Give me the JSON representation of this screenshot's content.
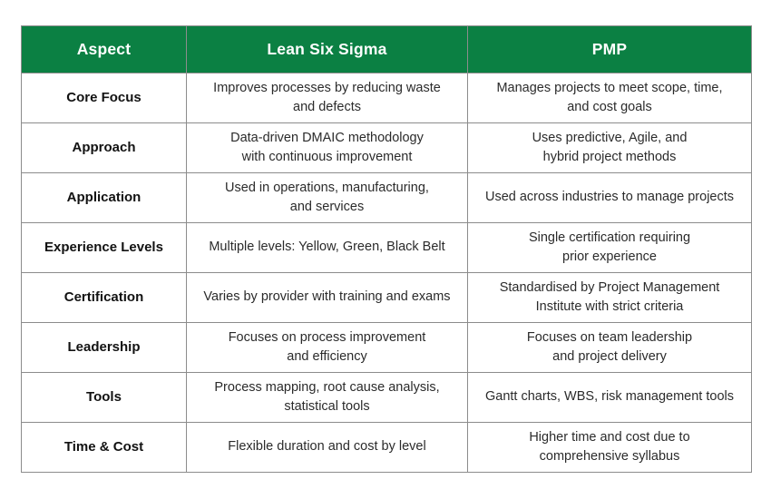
{
  "title": "Lean Six Sigma vs PMP comparison table",
  "colors": {
    "header_bg": "#0b8043",
    "header_text": "#ffffff",
    "border": "#8c8c8c",
    "cell_text": "#2b2b2b",
    "aspect_text": "#121212",
    "page_bg": "#ffffff"
  },
  "table": {
    "columns": [
      "Aspect",
      "Lean Six Sigma",
      "PMP"
    ],
    "rows": [
      {
        "aspect": "Core Focus",
        "lean_six_sigma": "Improves processes by reducing waste\nand defects",
        "pmp": "Manages projects to meet scope, time,\nand cost goals"
      },
      {
        "aspect": "Approach",
        "lean_six_sigma": "Data-driven DMAIC methodology\nwith continuous improvement",
        "pmp": "Uses predictive, Agile, and\nhybrid project methods"
      },
      {
        "aspect": "Application",
        "lean_six_sigma": "Used in operations, manufacturing,\nand services",
        "pmp": "Used across industries to manage projects"
      },
      {
        "aspect": "Experience Levels",
        "lean_six_sigma": "Multiple levels: Yellow, Green, Black Belt",
        "pmp": "Single certification requiring\nprior experience"
      },
      {
        "aspect": "Certification",
        "lean_six_sigma": "Varies by provider with training and exams",
        "pmp": "Standardised by Project Management\nInstitute with strict criteria"
      },
      {
        "aspect": "Leadership",
        "lean_six_sigma": "Focuses on process improvement\nand efficiency",
        "pmp": "Focuses on team leadership\nand project delivery"
      },
      {
        "aspect": "Tools",
        "lean_six_sigma": "Process mapping, root cause analysis,\nstatistical tools",
        "pmp": "Gantt charts, WBS, risk management tools"
      },
      {
        "aspect": "Time & Cost",
        "lean_six_sigma": "Flexible duration and cost by level",
        "pmp": "Higher time and cost due to\ncomprehensive syllabus"
      }
    ]
  }
}
